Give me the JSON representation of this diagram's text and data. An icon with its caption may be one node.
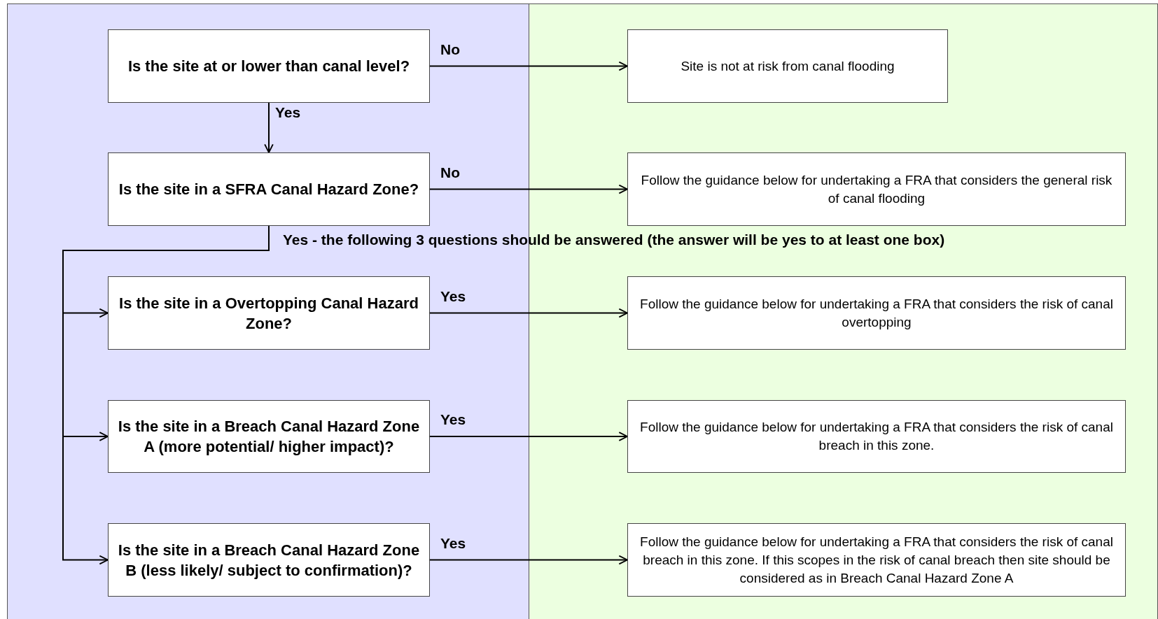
{
  "diagram": {
    "nodes": [
      {
        "text": [
          "Is the site at or lower than canal level?"
        ]
      },
      {
        "text": [
          "Site is not at risk from canal flooding"
        ]
      },
      {
        "text": [
          "Is the site in a SFRA Canal Hazard Zone?"
        ]
      },
      {
        "text": [
          "Follow the guidance below for undertaking a FRA that considers the general risk of canal flooding"
        ]
      },
      {
        "text": [
          "Is the site in  a Overtopping Canal Hazard Zone?"
        ]
      },
      {
        "text": [
          "Follow the guidance below for undertaking a FRA that considers the risk of canal overtopping"
        ]
      },
      {
        "text": [
          "Is the site in  a Breach Canal Hazard Zone A (more potential/ higher impact)?"
        ]
      },
      {
        "text": [
          "Follow the guidance below for undertaking a FRA that considers the risk of canal breach in this zone."
        ]
      },
      {
        "text": [
          "Is the site in  a Breach Canal Hazard Zone B (less likely/ subject to confirmation)?"
        ]
      },
      {
        "text": [
          "Follow the guidance below for undertaking a FRA that considers the risk of canal breach in this zone. If this scopes in the risk of canal breach then site should be considered as in Breach Canal Hazard Zone A"
        ]
      }
    ],
    "edges": [
      {
        "from": 0,
        "to": 1,
        "arrow": "to",
        "label": "No"
      },
      {
        "from": 0,
        "to": 2,
        "arrow": "to",
        "label": "Yes"
      },
      {
        "from": 2,
        "to": 3,
        "arrow": "to",
        "label": "No"
      },
      {
        "from": 2,
        "to": 4,
        "arrow": "to",
        "label": "Yes - the following 3 questions should be answered (the answer will be yes to at least one box)"
      },
      {
        "from": 2,
        "to": 6,
        "arrow": "to"
      },
      {
        "from": 2,
        "to": 8,
        "arrow": "to"
      },
      {
        "from": 4,
        "to": 5,
        "arrow": "to",
        "label": "Yes"
      },
      {
        "from": 6,
        "to": 7,
        "arrow": "to",
        "label": "Yes"
      },
      {
        "from": 8,
        "to": 9,
        "arrow": "to",
        "label": "Yes"
      }
    ]
  }
}
